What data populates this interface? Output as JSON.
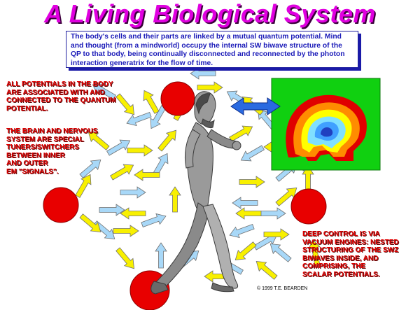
{
  "title": "A Living Biological System",
  "info_box": {
    "text": "The body's cells and their parts are linked by a mutual quantum potential. Mind and thought (from a mindworld) occupy the internal SW biwave structure of the QP to that body, being continually disconnected and reconnected by the photon interaction generatrix for the flow of time."
  },
  "notes": {
    "potentials": "ALL POTENTIALS IN THE BODY\nARE ASSOCIATED WITH AND\nCONNECTED TO THE QUANTUM\nPOTENTIAL.",
    "brain": "THE BRAIN AND NERVOUS\nSYSTEM ARE SPECIAL\nTUNERS/SWITCHERS\nBETWEEN INNER\nAND OUTER\nEM \"SIGNALS\".",
    "control": "DEEP CONTROL IS VIA\nVACUUM ENGINES:  NESTED\nSTRUCTURING OF THE SWZ\nBIWAVES INSIDE, AND\nCOMPRISING, THE\nSCALAR POTENTIALS."
  },
  "copyright": "1999 T.E. BEARDEN",
  "colors": {
    "title": "#e000e0",
    "info_text": "#1a1ab8",
    "note_text": "#e00000",
    "node": "#e80000",
    "arrow_yellow": "#f8f000",
    "arrow_blue": "#a8d8f8",
    "double_arrow": "#2a6ae0",
    "brain_panel": "#10d010"
  },
  "icons": [
    "red-node",
    "walking-man-figure",
    "brain-head-contour-map",
    "double-headed-arrow"
  ]
}
